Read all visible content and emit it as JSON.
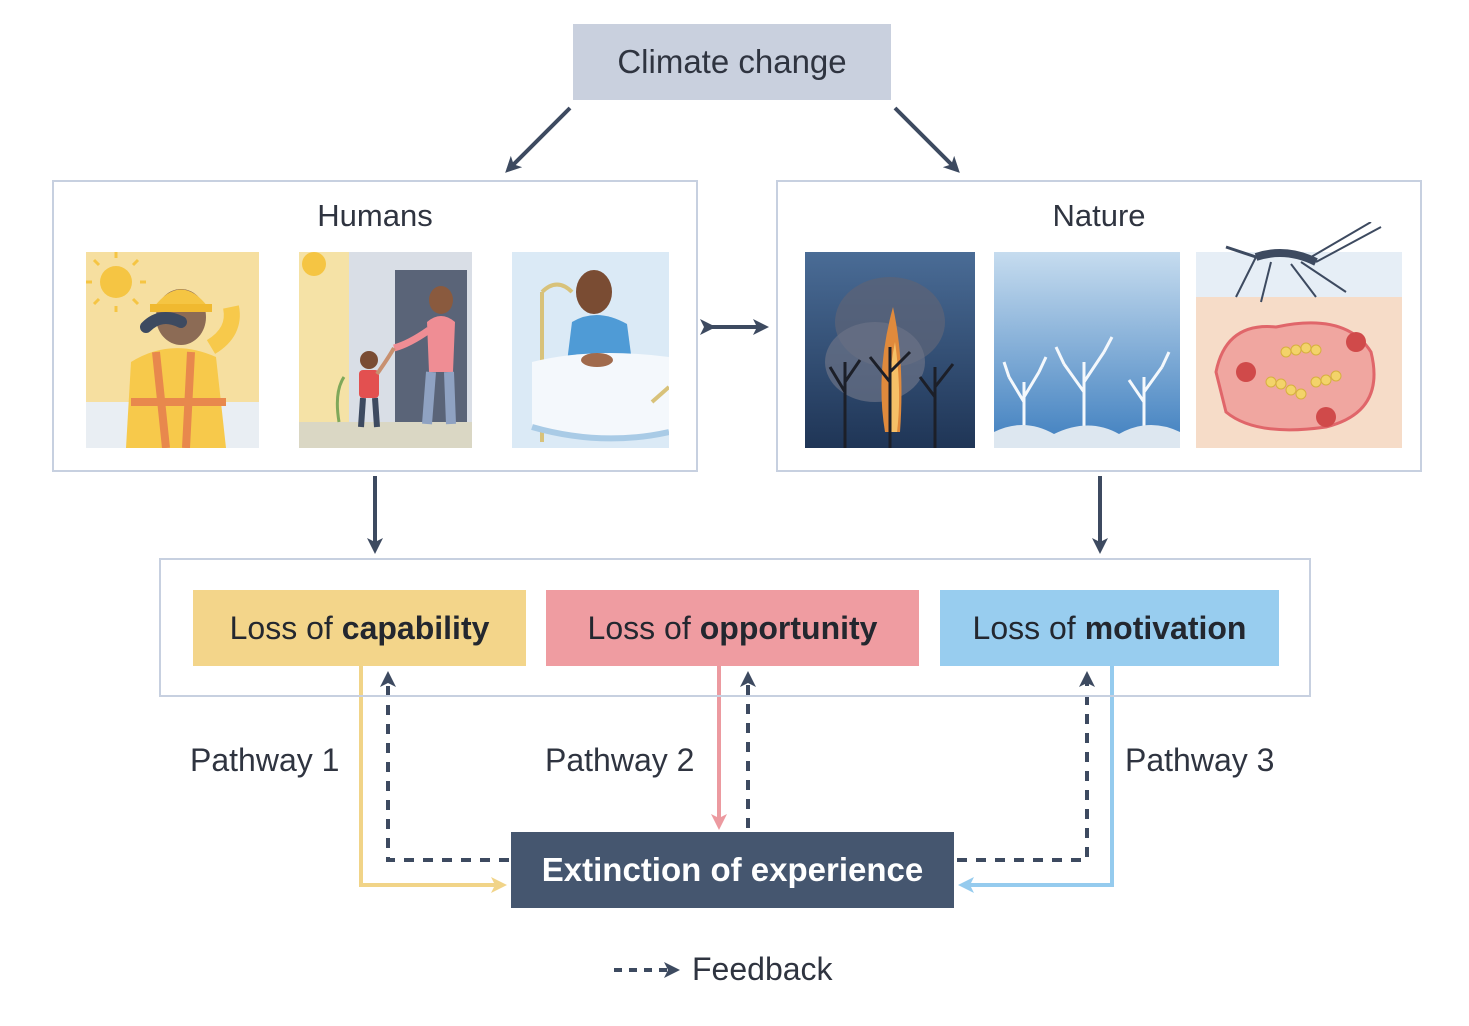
{
  "top": {
    "label": "Climate change"
  },
  "humans": {
    "title": "Humans",
    "images": [
      "heat-stressed-worker",
      "parent-child-indoors",
      "patient-in-bed"
    ]
  },
  "nature": {
    "title": "Nature",
    "images": [
      "wildfire-forest",
      "bleached-coral",
      "mosquito-pathogen"
    ]
  },
  "losses": [
    {
      "prefix": "Loss of",
      "keyword": "capability",
      "color": "#f3d58a"
    },
    {
      "prefix": "Loss of",
      "keyword": "opportunity",
      "color": "#ef9ca1"
    },
    {
      "prefix": "Loss of",
      "keyword": "motivation",
      "color": "#98cdef"
    }
  ],
  "pathways": [
    "Pathway 1",
    "Pathway 2",
    "Pathway 3"
  ],
  "outcome": {
    "label": "Extinction of experience",
    "color": "#45566f"
  },
  "legend": {
    "feedback": "Feedback"
  },
  "colors": {
    "arrow": "#3d4a60",
    "pathway1": "#f1d488",
    "pathway2": "#ec9aa0",
    "pathway3": "#95cbee",
    "frame": "#c7d0e0"
  }
}
